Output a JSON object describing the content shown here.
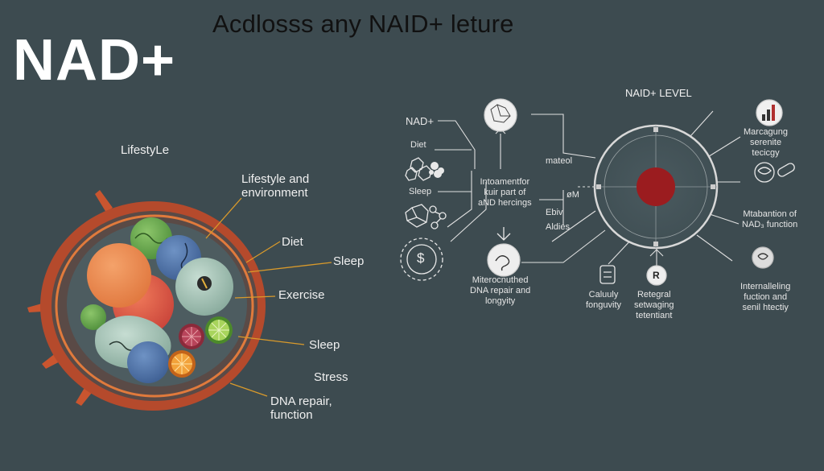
{
  "header": {
    "subtitle": "Acdlosss any NAID+ leture",
    "brand": "NAD+"
  },
  "cell_panel": {
    "labels": {
      "lifestyle": "LifestyLe",
      "lifestyle_env": "Lifestyle and\nenvironment",
      "diet": "Diet",
      "sleep_1": "Sleep",
      "exercise": "Exercise",
      "sleep_2": "Sleep",
      "stress": "Stress",
      "dna": "DNA repair,\nfunction"
    }
  },
  "flow_panel": {
    "level_title": "NAID+ LEVEL",
    "labels": {
      "nad": "NAD+",
      "diet": "Diet",
      "sleep": "Sleep",
      "dollar_icon_text": "$",
      "center_text": "Intoamentfor\nkuir part of\naND hercings",
      "mateol": "mateol",
      "om": "øM",
      "ebiv": "Ebiv",
      "aldies": "Aldies",
      "mitero": "Miterocnuthed\nDNA repair and\nlongyity",
      "calurly": "Caluuly\nfonguvity",
      "r_glyph": "R",
      "retegral": "Retegral\nsetwaging\ntetentiant",
      "marcagung": "Marcagung\nserenite\ntecicgy",
      "mtabantion": "Mtabantion of\nNAD₃ function",
      "internalleling": "Internalleling\nfuction and\nsenil htectiy"
    }
  },
  "colors": {
    "background": "#3d4b50",
    "cell_ring": "#c9552f",
    "gauge_core": "#9b1c1f",
    "line": "#e8e8e8",
    "accent": "#d99a2b"
  }
}
